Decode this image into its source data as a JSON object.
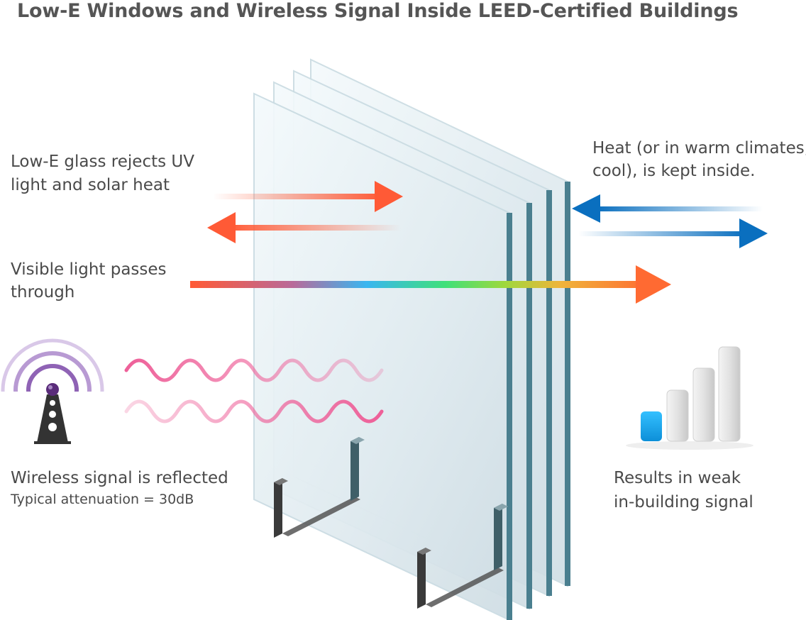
{
  "title": "Low-E  Windows and Wireless Signal Inside LEED-Certified Buildings",
  "labels": {
    "uv_line1": "Low-E glass rejects UV",
    "uv_line2": "light and solar heat",
    "visible_line1": "Visible light passes",
    "visible_line2": "through",
    "heat_line1": "Heat (or in warm climates,",
    "heat_line2": "cool), is kept inside.",
    "wireless_main": "Wireless signal is reflected",
    "wireless_sub": "Typical attenuation = 30dB",
    "result_line1": "Results in weak",
    "result_line2": "in-building signal"
  },
  "signal_strength": {
    "bars_total": 4,
    "bars_active": 1
  },
  "colors": {
    "heat_arrow": "#ff5a36",
    "cool_arrow": "#0a6fbf",
    "signal_wave": "#ee5f98",
    "active_bar": "#1aa6ec",
    "inactive_bar": "#d8d8d8",
    "glass_edge": "#4a7f8f",
    "tower": "#3a3a3a",
    "tower_rings": "#8b5cb5"
  }
}
